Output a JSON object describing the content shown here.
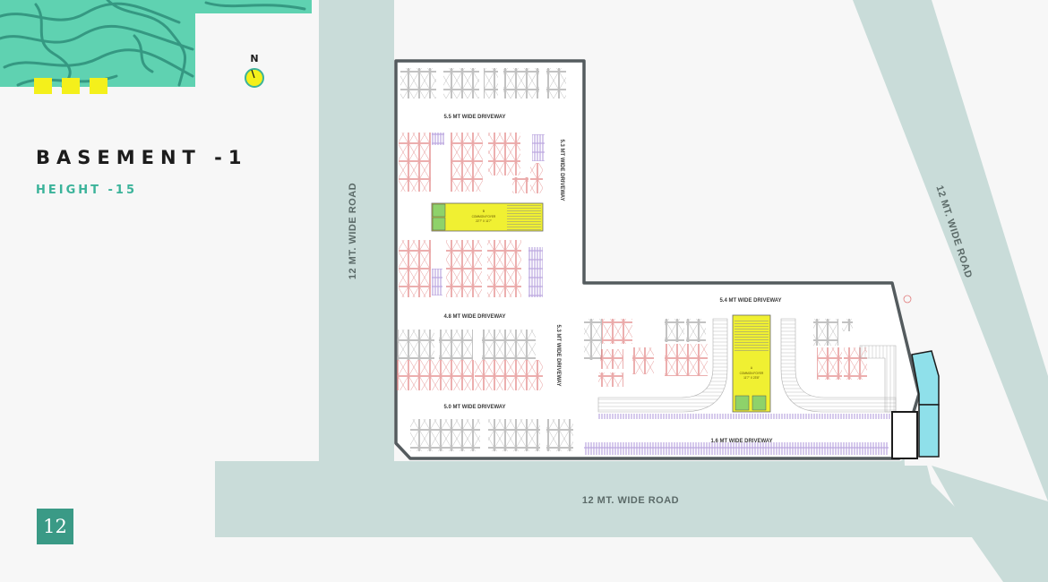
{
  "page": {
    "title": "BASEMENT -1",
    "subtitle": "HEIGHT -15",
    "page_number": "12",
    "north_label": "N"
  },
  "roads": {
    "left": "12 MT. WIDE ROAD",
    "right": "12 MT. WIDE ROAD",
    "bottom": "12 MT. WIDE ROAD"
  },
  "driveways": {
    "top": "5.5 MT WIDE DRIVEWAY",
    "right_upper_vertical": "5.3 MT WIDE DRIVEWAY",
    "middle": "4.8 MT WIDE DRIVEWAY",
    "middle_vertical": "5.3 MT WIDE DRIVEWAY",
    "lower_left": "5.0 MT WIDE DRIVEWAY",
    "right_wing": "5.4 MT WIDE DRIVEWAY",
    "bottom": "1.6 MT WIDE DRIVEWAY"
  },
  "cores": {
    "b": {
      "letter": "B",
      "name": "COMMON FOYER",
      "size": "22'7\" X 11'7\"",
      "lift": "LIFT"
    },
    "a": {
      "letter": "A",
      "name": "COMMON FOYER",
      "size": "11'7\" X 23'8\"",
      "lift": "LIFT"
    }
  },
  "colors": {
    "background": "#f7f7f7",
    "road": "#c9dcd9",
    "accent": "#3bb39a",
    "pattern_green": "#5fd2b1",
    "yellow": "#f4f01b",
    "building_outline": "#545b5e",
    "core_yellow": "#f0f032",
    "parking_red": "#e07a7a",
    "cyan_block": "#8fe0ea"
  }
}
